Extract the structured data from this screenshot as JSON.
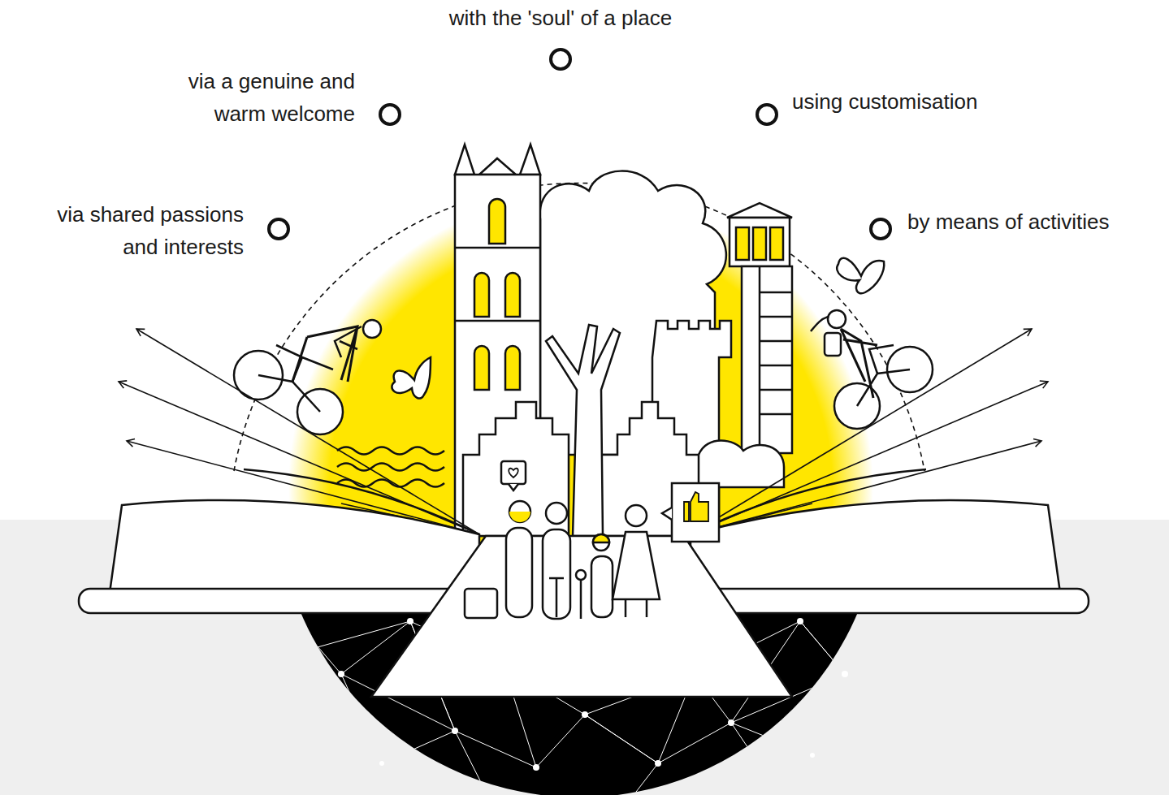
{
  "diagram": {
    "labels": [
      "with the 'soul' of a place",
      "via a genuine and warm welcome",
      "using customisation",
      "via shared passions and interests",
      "by means of activities"
    ]
  }
}
